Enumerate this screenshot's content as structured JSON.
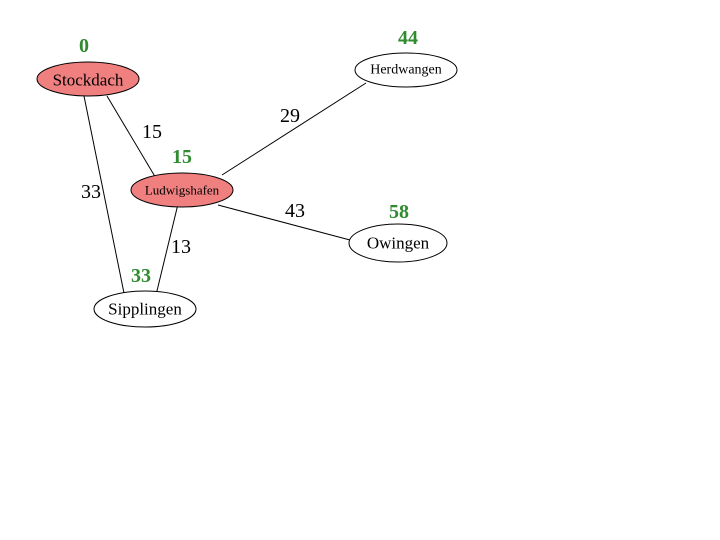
{
  "colors": {
    "visited_fill": "#f08080",
    "unvisited_fill": "#ffffff",
    "distance_text": "#2e8b2e",
    "ink": "#000000"
  },
  "nodes": [
    {
      "id": "stockdach",
      "label": "Stockdach",
      "distance": "0",
      "visited": true
    },
    {
      "id": "herdwangen",
      "label": "Herdwangen",
      "distance": "44",
      "visited": false
    },
    {
      "id": "ludwigshafen",
      "label": "Ludwigshafen",
      "distance": "15",
      "visited": true
    },
    {
      "id": "owingen",
      "label": "Owingen",
      "distance": "58",
      "visited": false
    },
    {
      "id": "sipplingen",
      "label": "Sipplingen",
      "distance": "33",
      "visited": false
    }
  ],
  "edges": [
    {
      "id": "stockdach-ludwigshafen",
      "from": "stockdach",
      "to": "ludwigshafen",
      "weight": "15"
    },
    {
      "id": "stockdach-sipplingen",
      "from": "stockdach",
      "to": "sipplingen",
      "weight": "33"
    },
    {
      "id": "ludwigshafen-herdwangen",
      "from": "ludwigshafen",
      "to": "herdwangen",
      "weight": "29"
    },
    {
      "id": "ludwigshafen-owingen",
      "from": "ludwigshafen",
      "to": "owingen",
      "weight": "43"
    },
    {
      "id": "ludwigshafen-sipplingen",
      "from": "ludwigshafen",
      "to": "sipplingen",
      "weight": "13"
    }
  ]
}
